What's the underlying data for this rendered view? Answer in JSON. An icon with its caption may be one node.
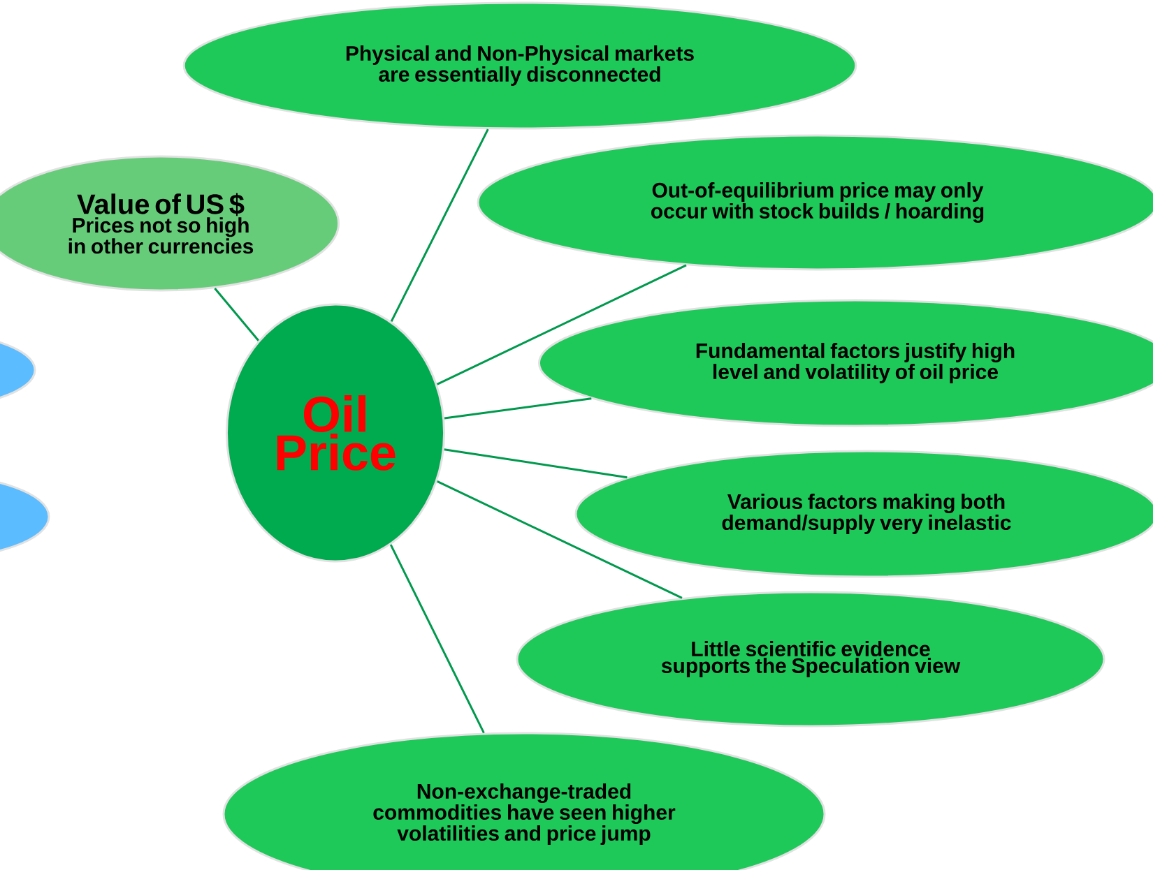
{
  "diagram": {
    "nodes": [
      {
        "text": [
          "Oil Price"
        ]
      },
      {
        "text": [
          "Physical and Non-Physical markets are essentially disconnected"
        ]
      },
      {
        "text": [
          "Value of US $",
          "Prices not so high in other currencies"
        ]
      },
      {
        "text": [
          "Out-of-equilibrium price may only occur with stock builds / hoarding"
        ]
      },
      {
        "text": [
          "Fundamental factors justify high level and volatility of oil price"
        ]
      },
      {
        "text": [
          "Various factors making both demand/supply very inelastic"
        ]
      },
      {
        "text": [
          "Little scientific evidence supports the Speculation view"
        ]
      },
      {
        "text": [
          "Non-exchange-traded commodities have seen higher volatilities and price jump"
        ]
      },
      {
        "text": [],
        "shape": "ellipse"
      },
      {
        "text": [],
        "shape": "ellipse"
      }
    ],
    "edges": [
      {
        "from": 0,
        "to": 1,
        "arrow": "none"
      },
      {
        "from": 0,
        "to": 2,
        "arrow": "none"
      },
      {
        "from": 0,
        "to": 3,
        "arrow": "none"
      },
      {
        "from": 0,
        "to": 4,
        "arrow": "none"
      },
      {
        "from": 0,
        "to": 5,
        "arrow": "none"
      },
      {
        "from": 0,
        "to": 6,
        "arrow": "none"
      },
      {
        "from": 0,
        "to": 7,
        "arrow": "none"
      }
    ]
  }
}
